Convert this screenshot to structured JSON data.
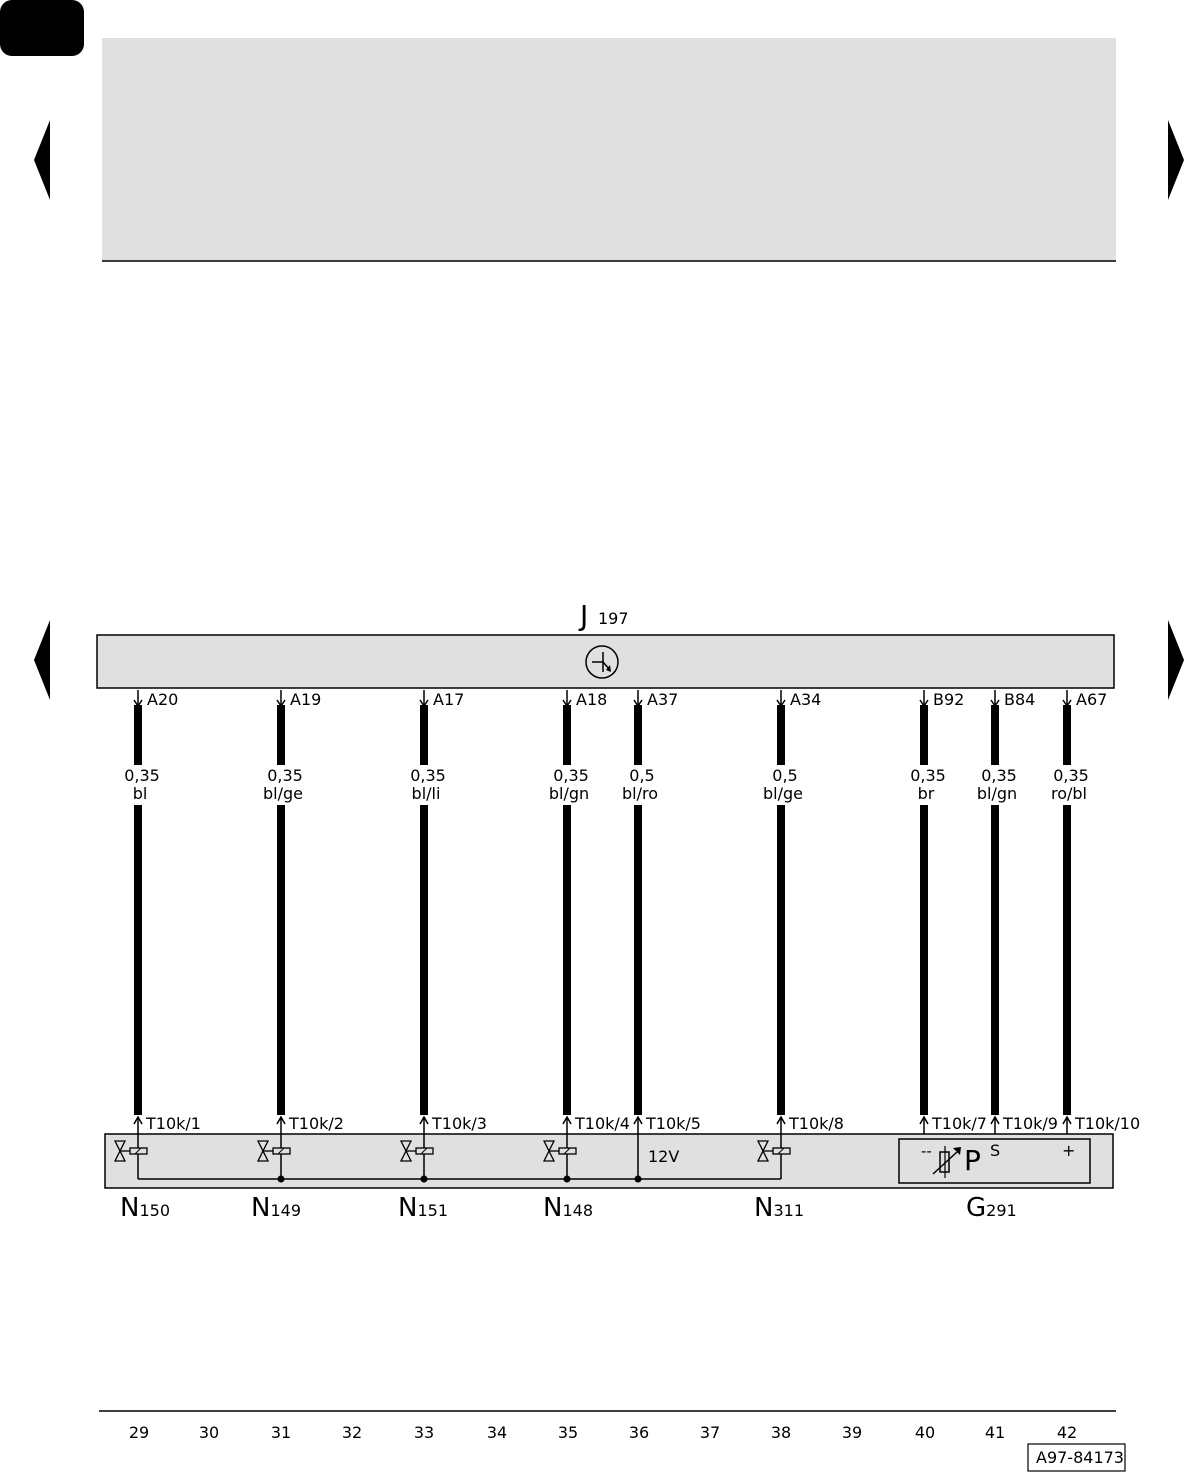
{
  "colors": {
    "panel": "#e0e0e0",
    "wire": "#000000"
  },
  "control_unit": {
    "name": "J",
    "sub": "197",
    "icon": "transistor-icon"
  },
  "wires": [
    {
      "pin": "A20",
      "size": "0,35",
      "color": "bl",
      "connector": "T10k/1"
    },
    {
      "pin": "A19",
      "size": "0,35",
      "color": "bl/ge",
      "connector": "T10k/2"
    },
    {
      "pin": "A17",
      "size": "0,35",
      "color": "bl/li",
      "connector": "T10k/3"
    },
    {
      "pin": "A18",
      "size": "0,35",
      "color": "bl/gn",
      "connector": "T10k/4"
    },
    {
      "pin": "A37",
      "size": "0,5",
      "color": "bl/ro",
      "connector": "T10k/5"
    },
    {
      "pin": "A34",
      "size": "0,5",
      "color": "bl/ge",
      "connector": "T10k/8"
    },
    {
      "pin": "B92",
      "size": "0,35",
      "color": "br",
      "connector": "T10k/7"
    },
    {
      "pin": "B84",
      "size": "0,35",
      "color": "bl/gn",
      "connector": "T10k/9"
    },
    {
      "pin": "A67",
      "size": "0,35",
      "color": "ro/bl",
      "connector": "T10k/10"
    }
  ],
  "components": [
    {
      "name": "N",
      "sub": "150"
    },
    {
      "name": "N",
      "sub": "149"
    },
    {
      "name": "N",
      "sub": "151"
    },
    {
      "name": "N",
      "sub": "148"
    },
    {
      "name": "N",
      "sub": "311"
    },
    {
      "name": "G",
      "sub": "291"
    }
  ],
  "supply_label": "12V",
  "sensor": {
    "minus": "--",
    "letter": "P",
    "signal": "S",
    "plus": "+"
  },
  "tracks": [
    "29",
    "30",
    "31",
    "32",
    "33",
    "34",
    "35",
    "36",
    "37",
    "38",
    "39",
    "40",
    "41",
    "42"
  ],
  "diagram_id": "A97-84173"
}
